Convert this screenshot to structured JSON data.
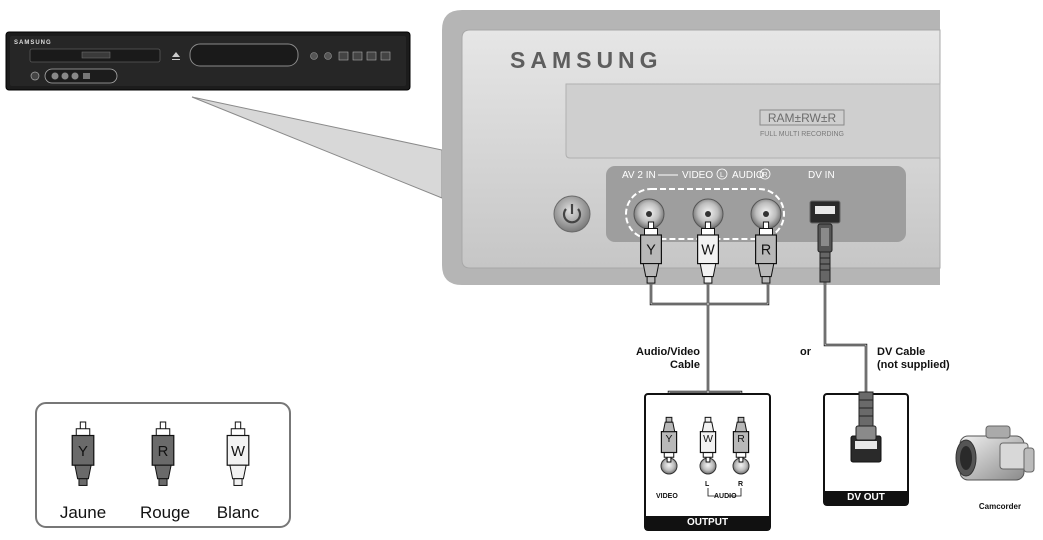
{
  "front_panel": {
    "brand": "SAMSUNG"
  },
  "closeup": {
    "brand": "SAMSUNG",
    "disc_logo": "RAM±RW±R",
    "disc_tagline": "FULL MULTI RECORDING",
    "av2in_label": "AV 2 IN",
    "video_label": "VIDEO",
    "audio_label": "AUDIO",
    "left_mark": "L",
    "right_mark": "R",
    "dvin_label": "DV IN",
    "power_icon": "power-icon"
  },
  "plugs": {
    "yellow": "Y",
    "white": "W",
    "red": "R"
  },
  "cables": {
    "av_cable_line1": "Audio/Video",
    "av_cable_line2": "Cable",
    "or": "or",
    "dv_cable_line1": "DV Cable",
    "dv_cable_line2": "(not supplied)"
  },
  "output_device": {
    "title": "OUTPUT",
    "video_label": "VIDEO",
    "audio_label": "AUDIO",
    "left_mark": "L",
    "right_mark": "R"
  },
  "dv_device": {
    "title": "DV OUT"
  },
  "camcorder": {
    "label": "Camcorder"
  },
  "legend": {
    "yellow_name": "Jaune",
    "red_name": "Rouge",
    "white_name": "Blanc",
    "yellow_letter": "Y",
    "red_letter": "R",
    "white_letter": "W"
  },
  "colors": {
    "panel_grey": "#d4d4d4",
    "jack_panel": "#9a9a9a",
    "plug_dark": "#6a6a6a",
    "plug_mid": "#b8b8b8",
    "plug_light": "#f2f2f2"
  }
}
